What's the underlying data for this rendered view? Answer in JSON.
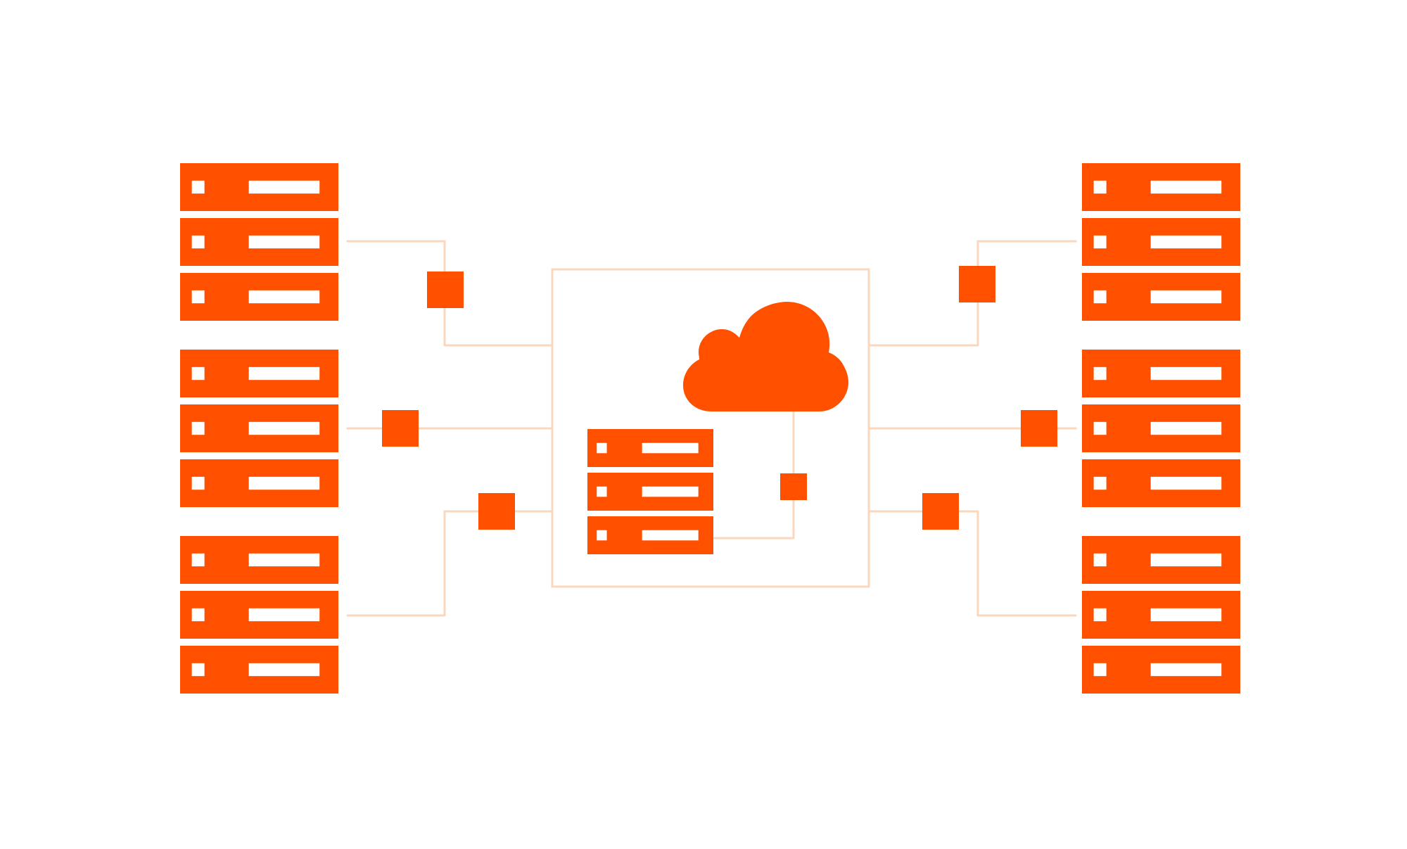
{
  "colors": {
    "background": "#ffffff",
    "server": "#ff5000",
    "server_slot": "#ffffff",
    "connector": "#fbd7bd",
    "node": "#ff5000",
    "cloud": "#ff5000"
  },
  "icons": {
    "server_rack": "server-rack-icon",
    "cloud": "cloud-icon",
    "network_node": "network-node-icon"
  },
  "diagram": {
    "left_server_stacks": 3,
    "right_server_stacks": 3,
    "servers_per_stack": 3,
    "central_hub_servers": 3,
    "connection_nodes": 7
  }
}
